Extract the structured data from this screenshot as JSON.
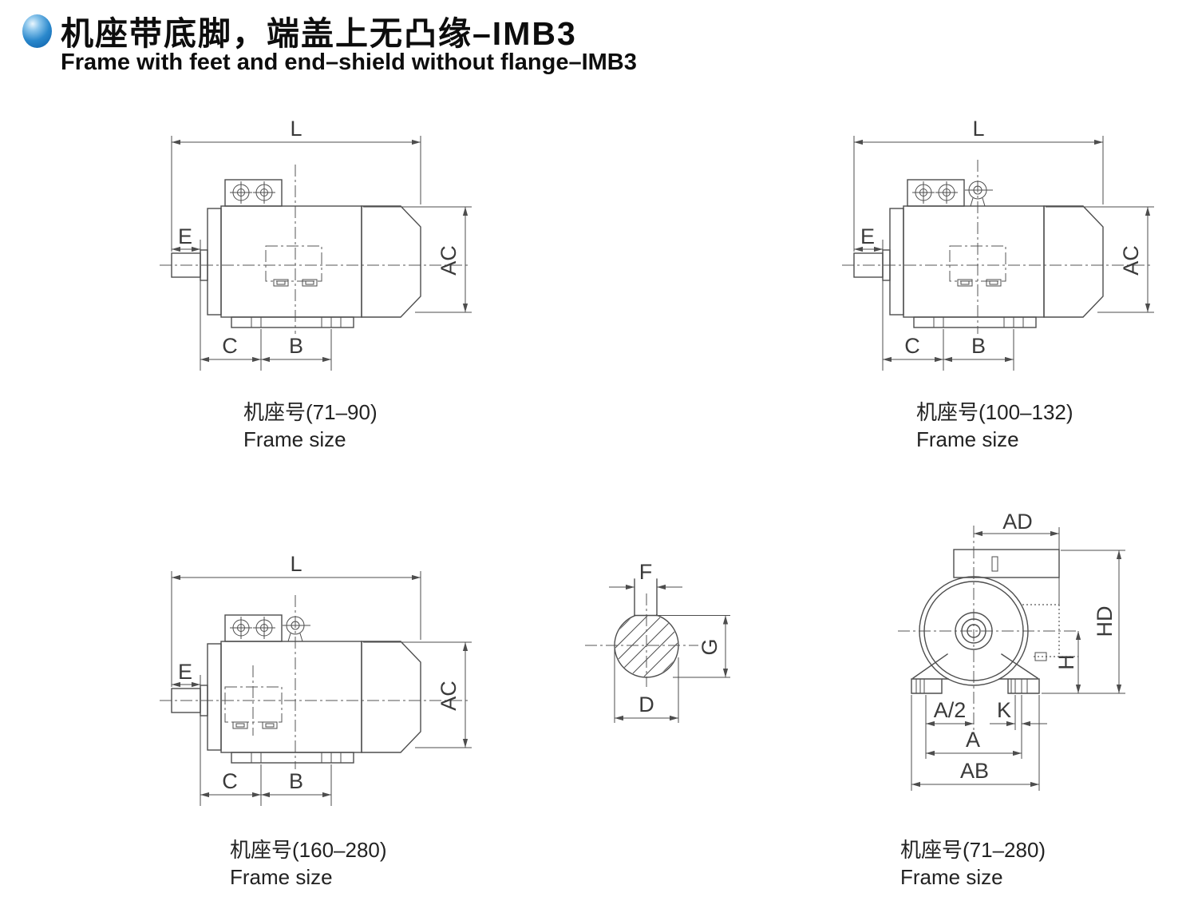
{
  "header": {
    "title_zh": "机座带底脚，端盖上无凸缘–IMB3",
    "title_en": "Frame with feet and end–shield without flange–IMB3"
  },
  "dims": {
    "L": "L",
    "E": "E",
    "AC": "AC",
    "C": "C",
    "B": "B",
    "F": "F",
    "G": "G",
    "D": "D",
    "AD": "AD",
    "HD": "HD",
    "H": "H",
    "A_half": "A/2",
    "K": "K",
    "A": "A",
    "AB": "AB"
  },
  "captions": {
    "side_71_90": {
      "zh": "机座号(71–90)",
      "en": "Frame size"
    },
    "side_100_132": {
      "zh": "机座号(100–132)",
      "en": "Frame size"
    },
    "side_160_280": {
      "zh": "机座号(160–280)",
      "en": "Frame size"
    },
    "front_71_280": {
      "zh": "机座号(71–280)",
      "en": "Frame size"
    }
  }
}
